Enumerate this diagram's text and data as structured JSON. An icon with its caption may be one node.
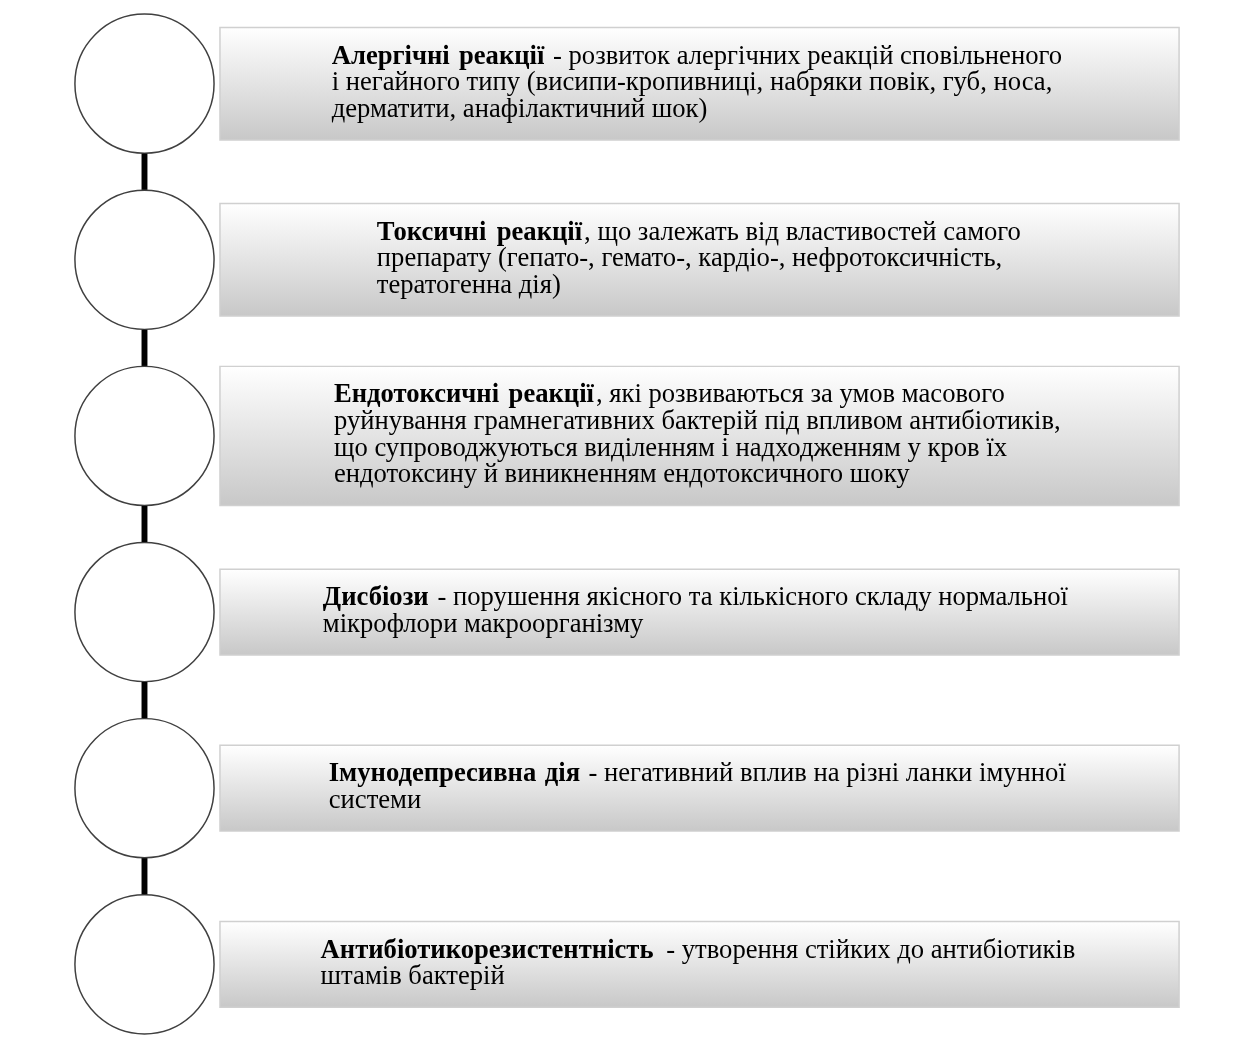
{
  "diagram": {
    "nodes": [
      {
        "text": [],
        "shape": "circle"
      },
      {
        "text": [
          "**Алергічні реакції** - розвиток алергічних реакцій сповільненого і негайного типу (висипи-кропивниці, набряки повік, губ, носа, дерматити, анафілактичний шок)"
        ]
      },
      {
        "text": [],
        "shape": "circle"
      },
      {
        "text": [
          "**Токсичні реакції**, що залежать від властивостей самого препарату (гепато-, гемато-, кардіо-, нефротоксичність, тератогенна дія)"
        ]
      },
      {
        "text": [],
        "shape": "circle"
      },
      {
        "text": [
          "**Ендотоксичні реакції**, які розвиваються за умов масового руйнування грамнегативних бактерій під впливом антибіотиків, що супроводжуються виділенням і надходженням у кров їх ендотоксину й виникненням ендотоксичного шоку"
        ]
      },
      {
        "text": [],
        "shape": "circle"
      },
      {
        "text": [
          "**Дисбіози** - порушення якісного та кількісного складу нормальної мікрофлори макроорганізму"
        ]
      },
      {
        "text": [],
        "shape": "circle"
      },
      {
        "text": [
          "**Імунодепресивна дія** - негативний вплив на різні ланки імунної системи"
        ]
      },
      {
        "text": [],
        "shape": "circle"
      },
      {
        "text": [
          "**Антибіотикорезистентність** - утворення стійких до антибіотиків штамів бактерій"
        ]
      }
    ],
    "edges": [
      {
        "from": 0,
        "to": 2,
        "arrow": "none"
      },
      {
        "from": 2,
        "to": 4,
        "arrow": "none"
      },
      {
        "from": 4,
        "to": 6,
        "arrow": "none"
      },
      {
        "from": 6,
        "to": 8,
        "arrow": "none"
      },
      {
        "from": 8,
        "to": 10,
        "arrow": "none"
      }
    ]
  }
}
